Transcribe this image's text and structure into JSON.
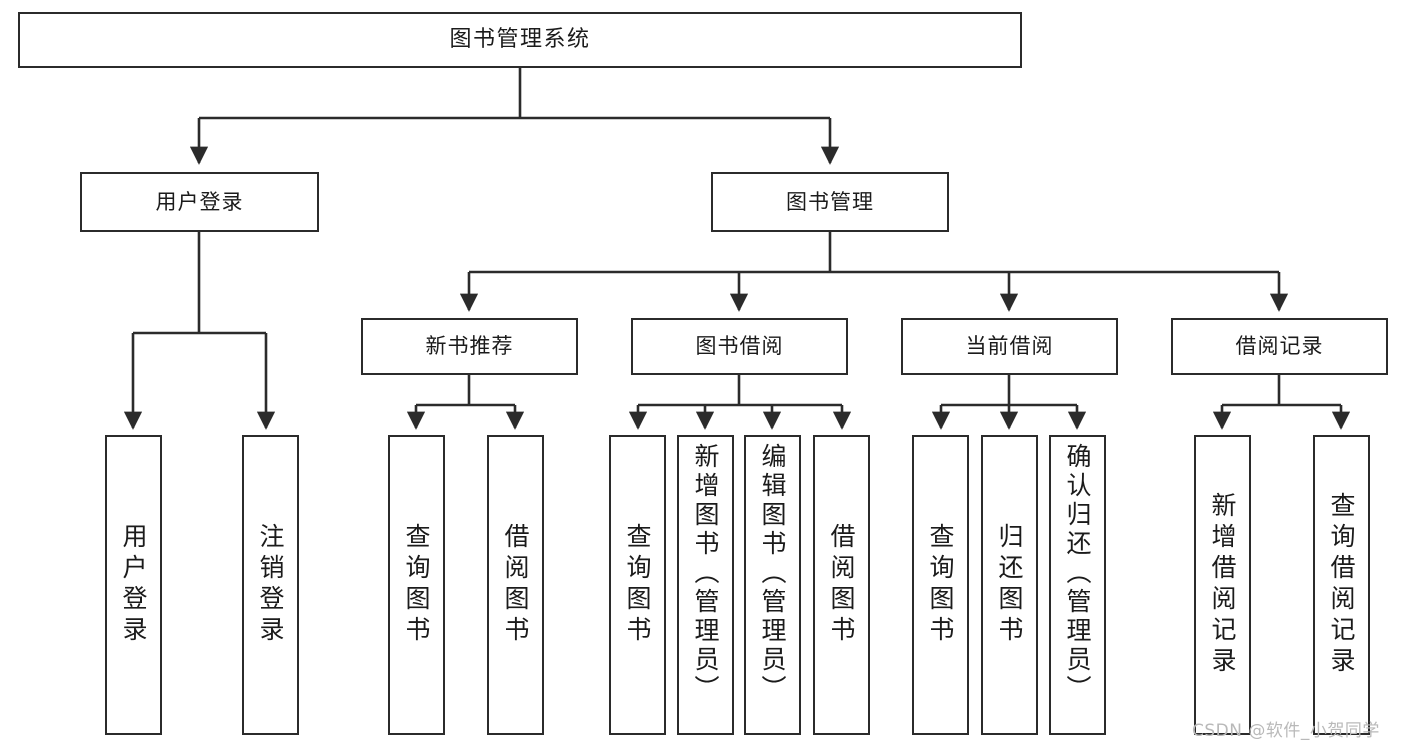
{
  "diagram": {
    "title": "图书管理系统",
    "type": "tree-hierarchy",
    "watermark": "CSDN @软件_小贺同学",
    "colors": {
      "stroke": "#2b2b2b",
      "fill": "#ffffff",
      "text": "#1b1b1b",
      "watermark": "#b9b9b9"
    },
    "nodes": {
      "root": "图书管理系统",
      "level2": {
        "user_login": "用户登录",
        "book_manage": "图书管理"
      },
      "level3": {
        "new_book_recommend": "新书推荐",
        "book_borrow": "图书借阅",
        "current_borrow": "当前借阅",
        "borrow_record": "借阅记录"
      },
      "leaves": {
        "user_login_leaf": "用户登录",
        "logout_leaf": "注销登录",
        "query_book_a": "查询图书",
        "borrow_book_a": "借阅图书",
        "query_book_b": "查询图书",
        "add_book_admin": "新增图书（管理员）",
        "edit_book_admin": "编辑图书（管理员）",
        "borrow_book_b": "借阅图书",
        "query_book_c": "查询图书",
        "return_book": "归还图书",
        "confirm_return_admin": "确认归还（管理员）",
        "add_borrow_record": "新增借阅记录",
        "query_borrow_record": "查询借阅记录"
      }
    },
    "edges": [
      {
        "from": "root",
        "to": "user_login"
      },
      {
        "from": "root",
        "to": "book_manage"
      },
      {
        "from": "user_login",
        "to": "user_login_leaf"
      },
      {
        "from": "user_login",
        "to": "logout_leaf"
      },
      {
        "from": "book_manage",
        "to": "new_book_recommend"
      },
      {
        "from": "book_manage",
        "to": "book_borrow"
      },
      {
        "from": "book_manage",
        "to": "current_borrow"
      },
      {
        "from": "book_manage",
        "to": "borrow_record"
      },
      {
        "from": "new_book_recommend",
        "to": "query_book_a"
      },
      {
        "from": "new_book_recommend",
        "to": "borrow_book_a"
      },
      {
        "from": "book_borrow",
        "to": "query_book_b"
      },
      {
        "from": "book_borrow",
        "to": "add_book_admin"
      },
      {
        "from": "book_borrow",
        "to": "edit_book_admin"
      },
      {
        "from": "book_borrow",
        "to": "borrow_book_b"
      },
      {
        "from": "current_borrow",
        "to": "query_book_c"
      },
      {
        "from": "current_borrow",
        "to": "return_book"
      },
      {
        "from": "current_borrow",
        "to": "confirm_return_admin"
      },
      {
        "from": "borrow_record",
        "to": "add_borrow_record"
      },
      {
        "from": "borrow_record",
        "to": "query_borrow_record"
      }
    ]
  }
}
